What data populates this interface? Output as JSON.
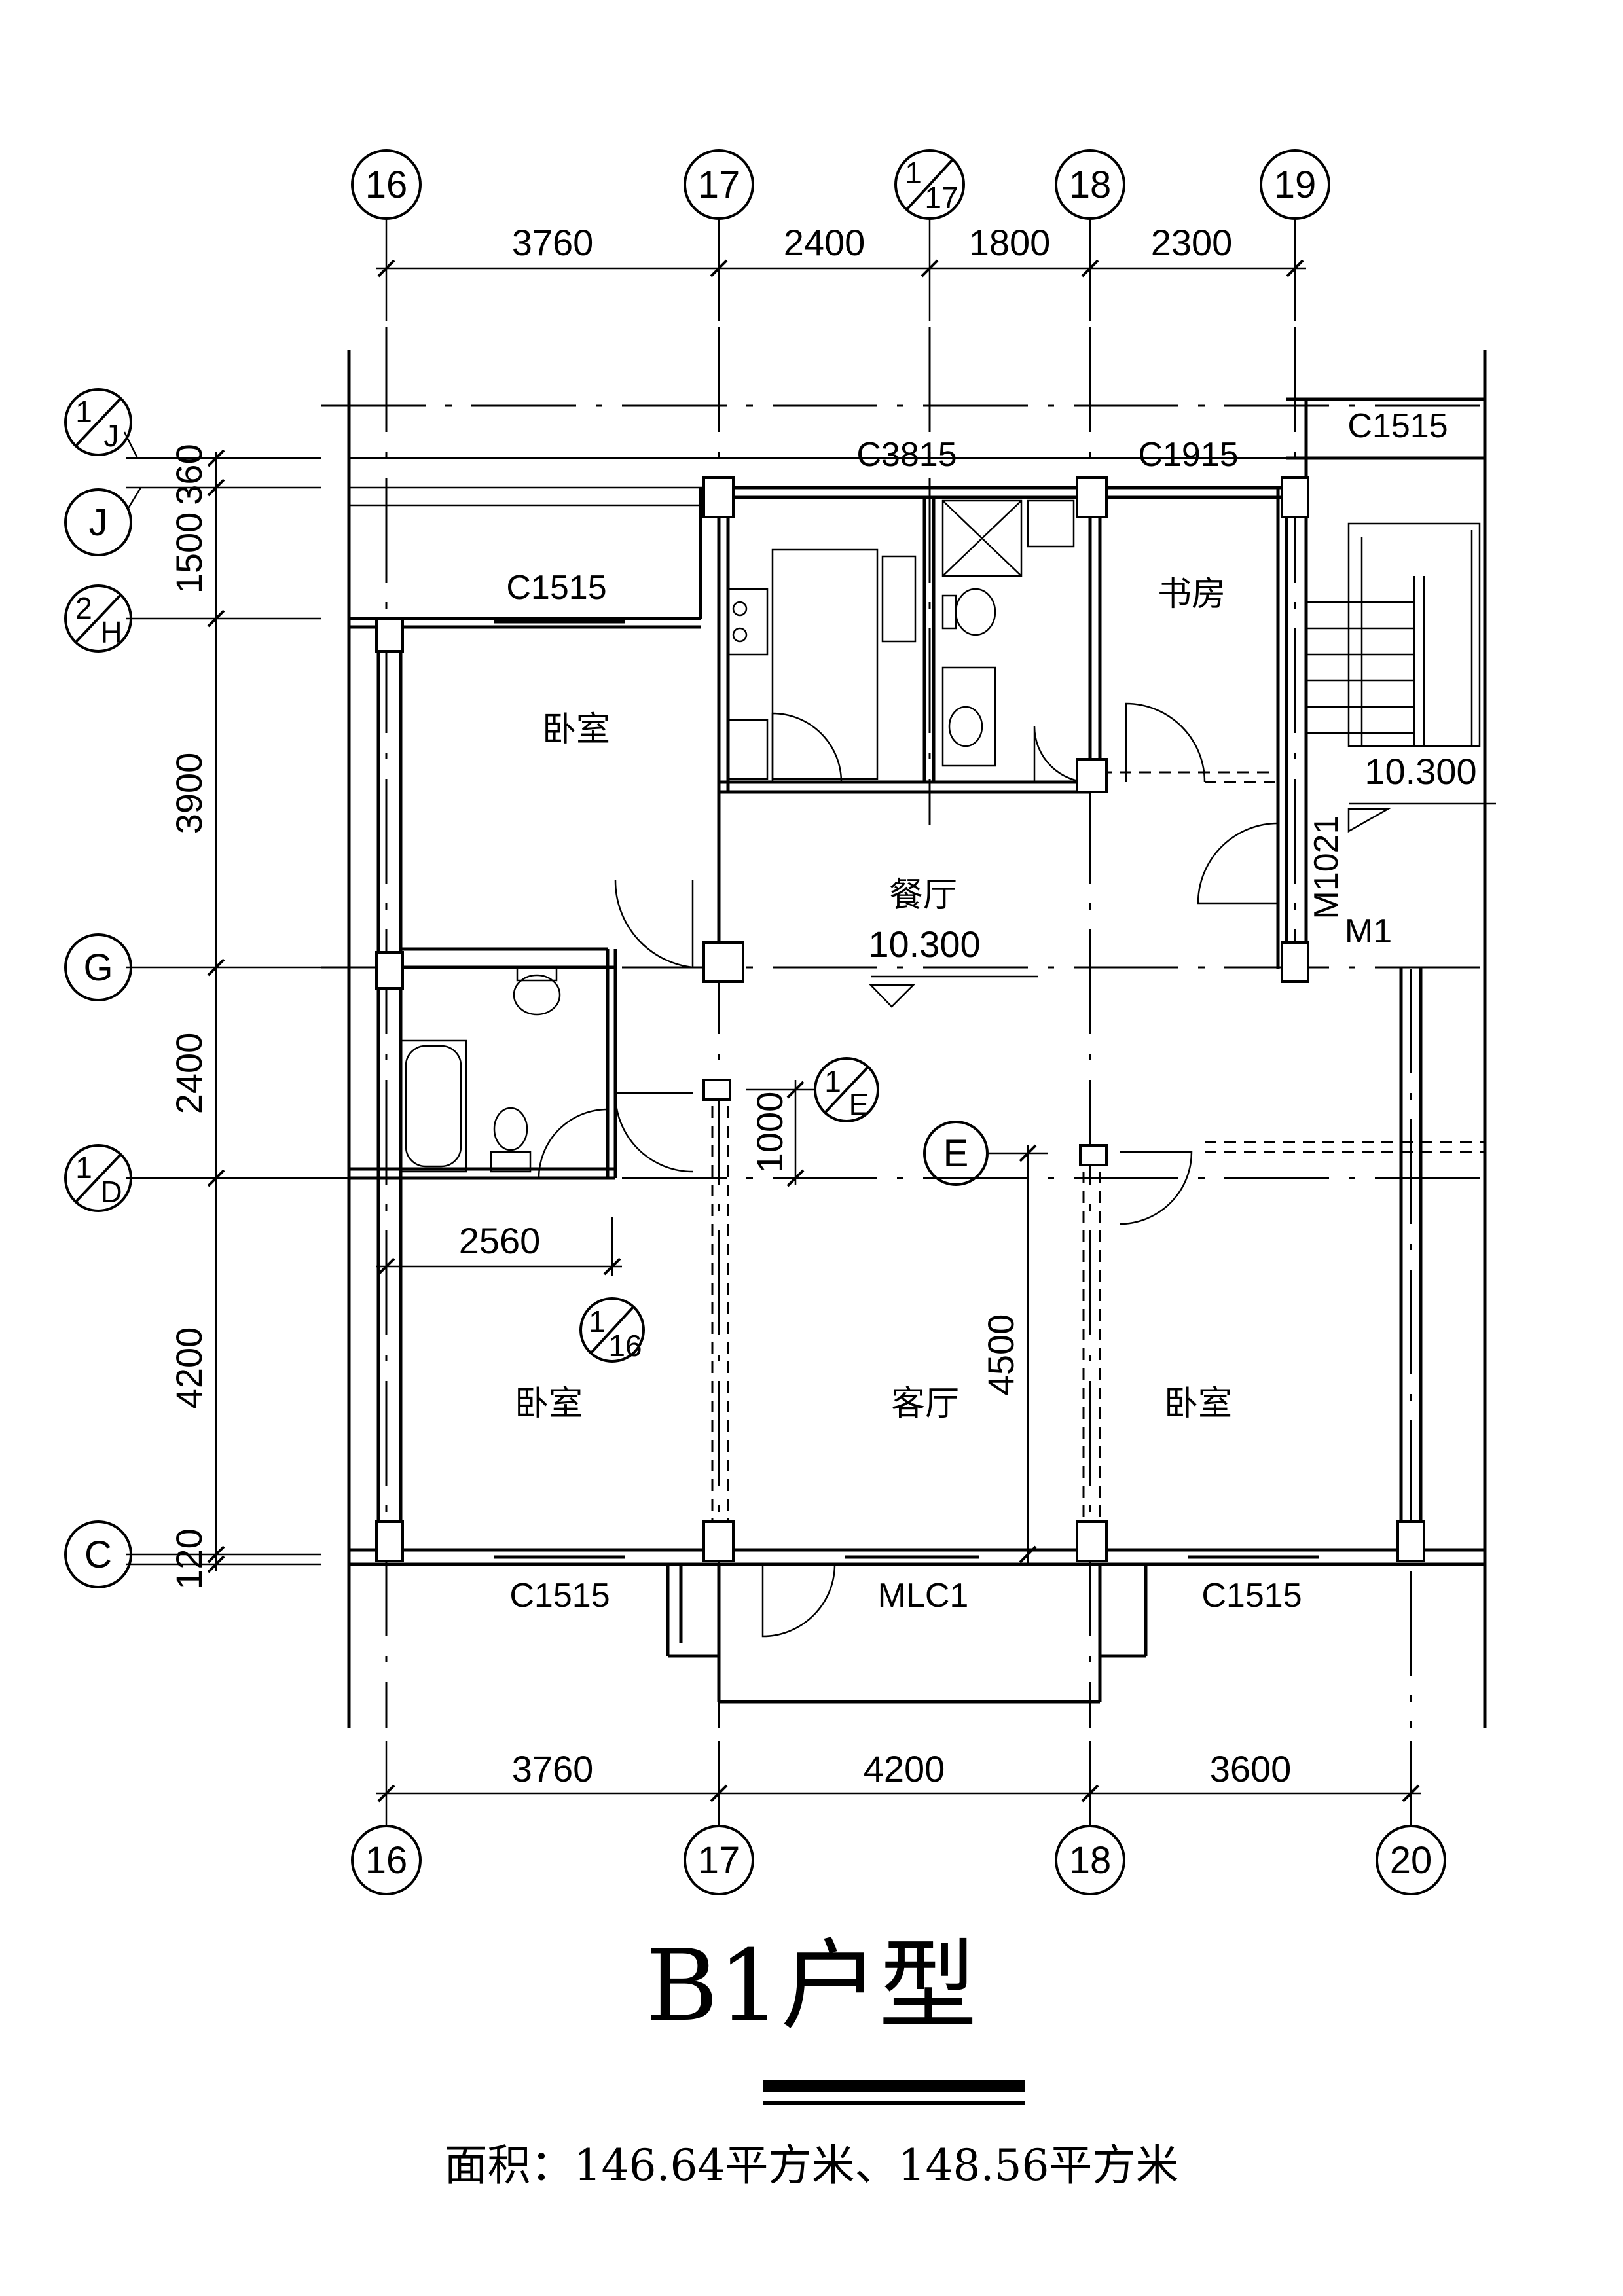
{
  "axes_top": {
    "bubbles": [
      "16",
      "17",
      "18",
      "19"
    ],
    "frac_bubble": {
      "num": "1",
      "den": "17"
    },
    "dims": [
      "3760",
      "2400",
      "1800",
      "2300"
    ]
  },
  "axes_bottom": {
    "bubbles": [
      "16",
      "17",
      "18",
      "20"
    ],
    "dims": [
      "3760",
      "4200",
      "3600"
    ]
  },
  "axes_left": {
    "bubbles": {
      "J": "J",
      "G": "G",
      "C": "C"
    },
    "frac_bubbles": {
      "oneJ": {
        "num": "1",
        "den": "J"
      },
      "twoH": {
        "num": "2",
        "den": "H"
      },
      "oneD": {
        "num": "1",
        "den": "D"
      }
    },
    "dims": [
      "360",
      "1500",
      "3900",
      "2400",
      "4200",
      "120"
    ]
  },
  "inner_labels": {
    "frac_1E": {
      "num": "1",
      "den": "E"
    },
    "frac_116": {
      "num": "1",
      "den": "16"
    },
    "bubble_E": "E",
    "dim_1000": "1000",
    "dim_4500": "4500",
    "dim_2560": "2560"
  },
  "rooms": {
    "bedroom_nw": "卧室",
    "dining": "餐厅",
    "study": "书房",
    "bedroom_sw": "卧室",
    "living": "客厅",
    "bedroom_se": "卧室"
  },
  "levels": {
    "dining": "10.300",
    "stair": "10.300"
  },
  "windows": {
    "c3815": "C3815",
    "c1915": "C1915",
    "c1515_top_right": "C1515",
    "c1515_nw": "C1515",
    "c1515_bottom_left": "C1515",
    "mlc1": "MLC1",
    "c1515_bottom_right": "C1515"
  },
  "doors": {
    "m1021": "M1021",
    "m1": "M1"
  },
  "title": "B1户型",
  "area": "面积：146.64平方米、148.56平方米"
}
